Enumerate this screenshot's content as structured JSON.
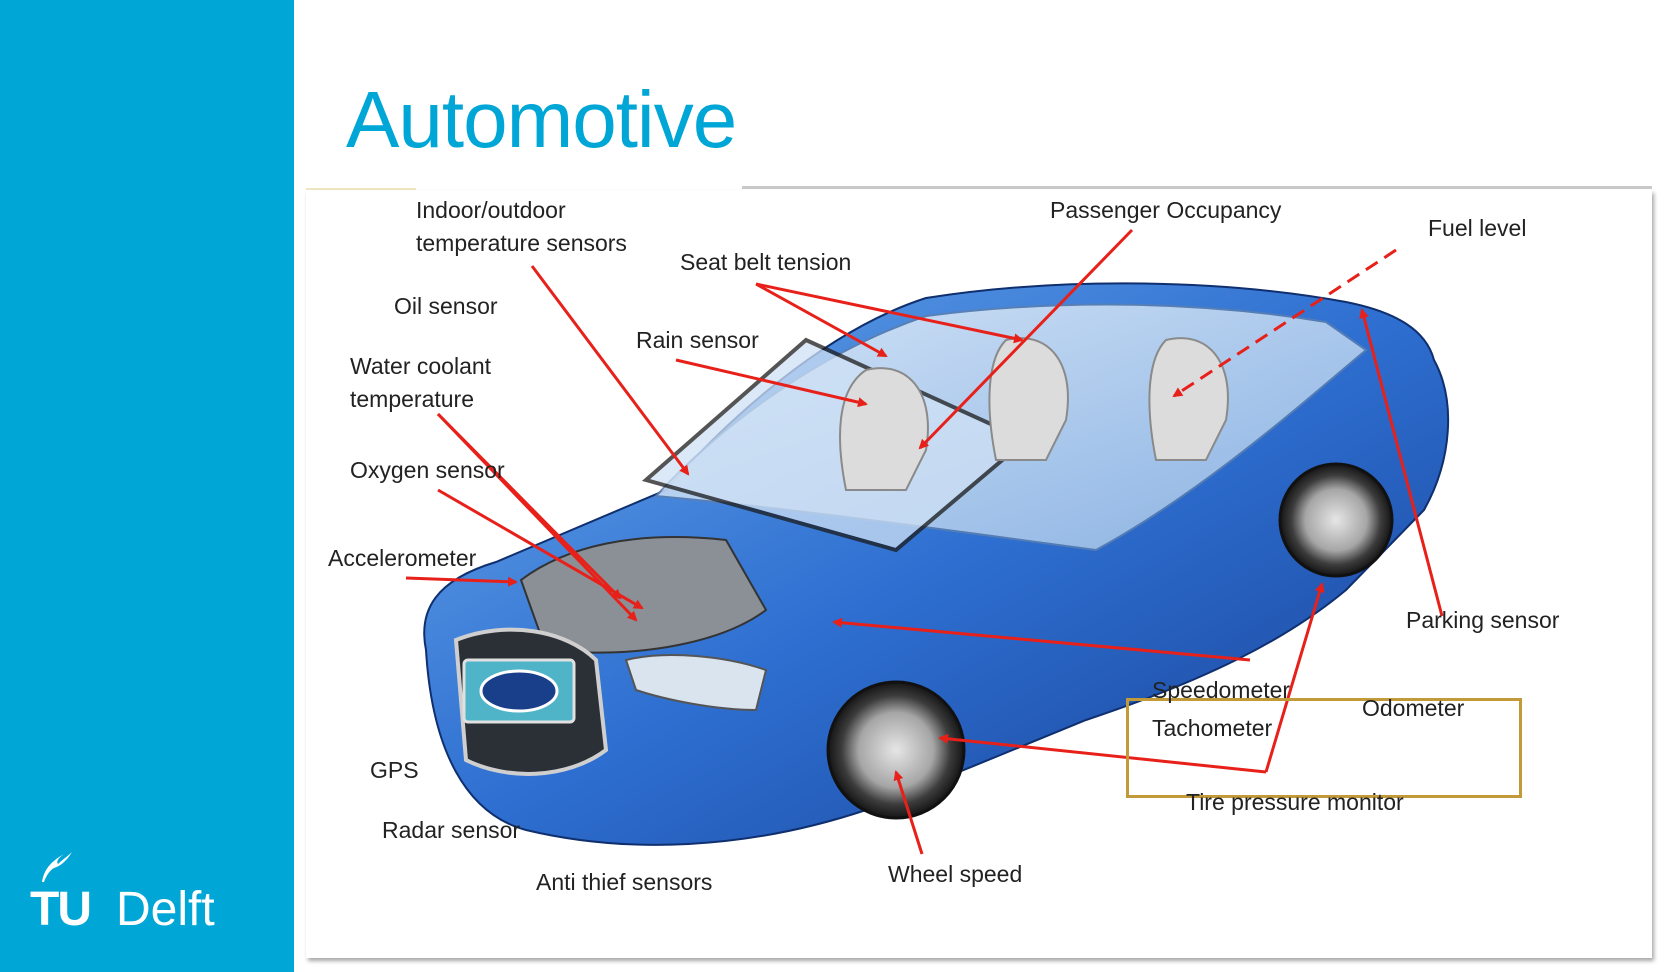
{
  "slide": {
    "title": "Automotive",
    "logo": {
      "tu": "TU",
      "delft": "Delft",
      "icon": "flame-icon"
    }
  },
  "colors": {
    "sidebar": "#00a6d6",
    "title": "#00a6d6",
    "arrow": "#e8201a",
    "box": "#c39a3a"
  },
  "diagram": {
    "labels": {
      "indoor_outdoor": "Indoor/outdoor\ntemperature sensors",
      "seat_belt": "Seat belt tension",
      "passenger": "Passenger Occupancy",
      "fuel": "Fuel level",
      "oil": "Oil sensor",
      "rain": "Rain sensor",
      "water": "Water coolant\ntemperature",
      "oxygen": "Oxygen sensor",
      "accelerometer": "Accelerometer",
      "parking": "Parking sensor",
      "speedometer": "Speedometer",
      "tachometer": "Tachometer",
      "odometer": "Odometer",
      "gps": "GPS",
      "tire": "Tire pressure monitor",
      "radar": "Radar sensor",
      "wheel": "Wheel speed",
      "anti_thief": "Anti thief sensors"
    }
  }
}
